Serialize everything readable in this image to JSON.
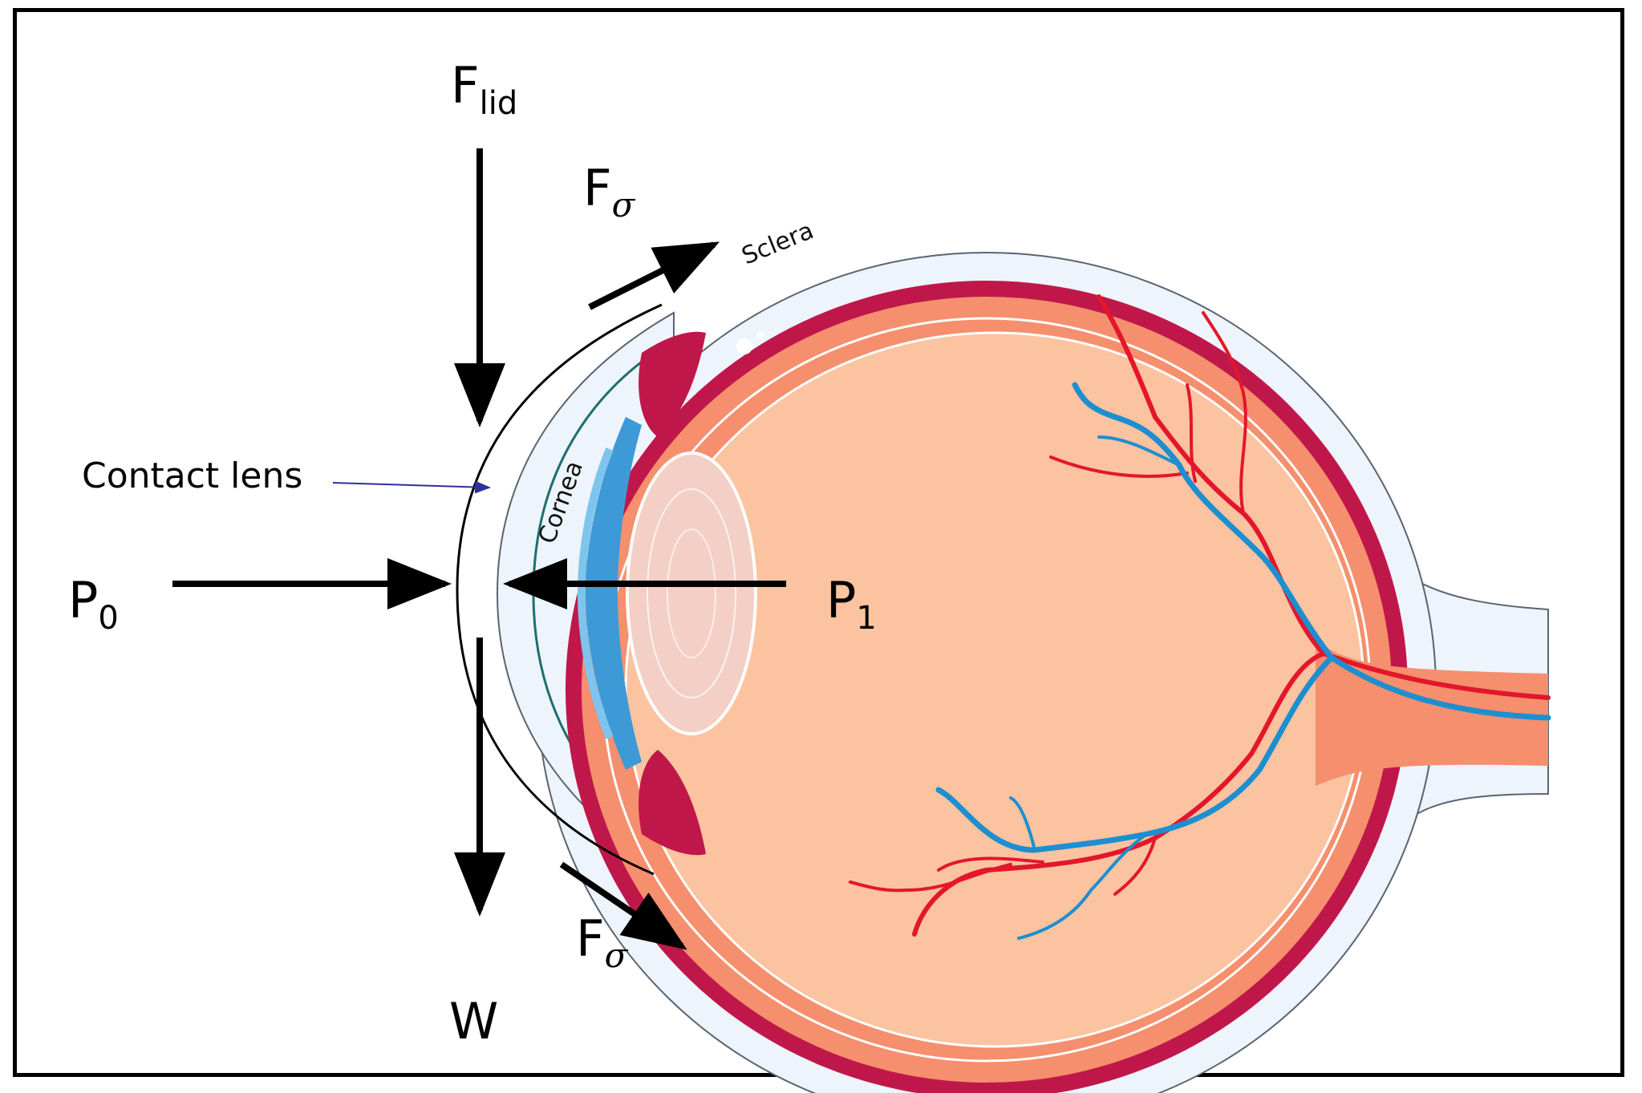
{
  "labels": {
    "f_lid_main": "F",
    "f_lid_sub": "lid",
    "f_sigma_top_main": "F",
    "f_sigma_top_sub": "σ",
    "f_sigma_bottom_main": "F",
    "f_sigma_bottom_sub": "σ",
    "p0_main": "P",
    "p0_sub": "0",
    "p1_main": "P",
    "p1_sub": "1",
    "weight": "W",
    "contact_lens": "Contact lens",
    "cornea": "Cornea",
    "sclera": "Sclera"
  },
  "colors": {
    "sclera_outer": "#eef4fb",
    "choroid": "#c0174a",
    "retina": "#f58f6d",
    "vitreous": "#fbc3a0",
    "iris": "#3e9ad6",
    "lens": "#f3cfc6",
    "artery": "#e3162c",
    "vein": "#1d8fd0",
    "pointer": "#2f2f9f"
  }
}
